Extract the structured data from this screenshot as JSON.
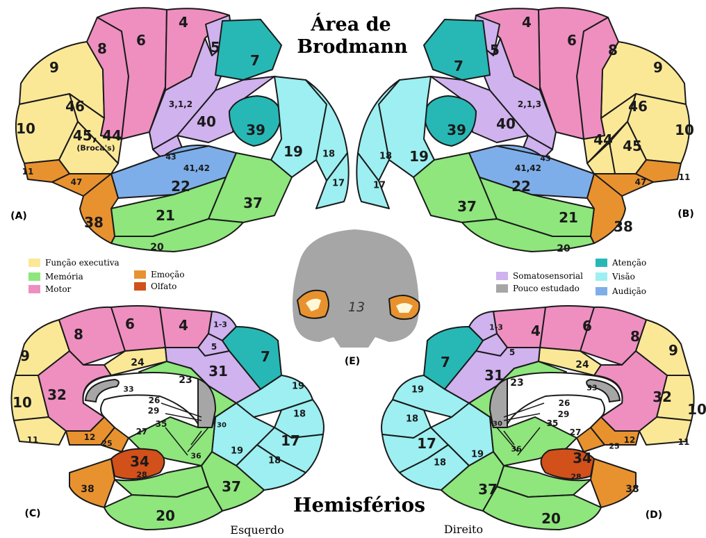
{
  "title": {
    "line1": "Área de",
    "line2": "Brodmann"
  },
  "hemispheres": {
    "title": "Hemisférios",
    "left": "Esquerdo",
    "right": "Direito"
  },
  "panels": {
    "a": "(A)",
    "b": "(B)",
    "c": "(C)",
    "d": "(D)",
    "e": "(E)"
  },
  "colors": {
    "executive": "#fbe897",
    "memory": "#8ee67c",
    "motor": "#ee8fc0",
    "emotion": "#e8922f",
    "smell": "#d2501a",
    "somatosensory": "#cfb2ee",
    "understudied": "#a6a6a6",
    "attention": "#27b8b6",
    "vision": "#9deff1",
    "hearing": "#7eaee9",
    "outline": "#1a1a1a"
  },
  "legend_left": [
    {
      "key": "executive",
      "label": "Função executiva"
    },
    {
      "key": "memory",
      "label": "Memória"
    },
    {
      "key": "motor",
      "label": "Motor"
    },
    {
      "key": "emotion",
      "label": "Emoção"
    },
    {
      "key": "smell",
      "label": "Olfato"
    }
  ],
  "legend_right": [
    {
      "key": "somatosensory",
      "label": "Somatosensorial"
    },
    {
      "key": "understudied",
      "label": "Pouco estudado"
    },
    {
      "key": "attention",
      "label": "Atenção"
    },
    {
      "key": "vision",
      "label": "Visão"
    },
    {
      "key": "hearing",
      "label": "Audição"
    }
  ],
  "areas": {
    "a": {
      "a4": "4",
      "a6": "6",
      "a8": "8",
      "a9": "9",
      "a10": "10",
      "a46": "46",
      "a4544": "45, 44",
      "broca": "(Broca's)",
      "a5": "5",
      "a7": "7",
      "a312": "3,1,2",
      "a40": "40",
      "a39": "39",
      "a43": "43",
      "a4142": "41,42",
      "a22": "22",
      "a19": "19",
      "a18": "18",
      "a17": "17",
      "a11": "11",
      "a47": "47",
      "a38": "38",
      "a21": "21",
      "a37": "37",
      "a20": "20"
    },
    "b": {
      "a4": "4",
      "a6": "6",
      "a8": "8",
      "a9": "9",
      "a10": "10",
      "a46": "46",
      "a44": "44",
      "a45": "45",
      "a5": "5",
      "a7": "7",
      "a213": "2,1,3",
      "a40": "40",
      "a39": "39",
      "a43": "43",
      "a4142": "41,42",
      "a22": "22",
      "a19": "19",
      "a18": "18",
      "a17": "17",
      "a11": "11",
      "a47": "47",
      "a38": "38",
      "a21": "21",
      "a37": "37",
      "a20": "20"
    },
    "c": {
      "a13": "1-3",
      "a4": "4",
      "a5": "5",
      "a6": "6",
      "a7": "7",
      "a8": "8",
      "a9": "9",
      "a10": "10",
      "a11": "11",
      "a12": "12",
      "a25": "25",
      "a24": "24",
      "a31": "31",
      "a32": "32",
      "a33": "33",
      "a23": "23",
      "a26": "26",
      "a29": "29",
      "a30": "30",
      "a35": "35",
      "a27": "27",
      "a36": "36",
      "a34": "34",
      "a28": "28",
      "a19a": "19",
      "a18a": "18",
      "a17": "17",
      "a19b": "19",
      "a18b": "18",
      "a37": "37",
      "a38": "38",
      "a20": "20"
    },
    "d": {
      "a13": "1-3",
      "a4": "4",
      "a5": "5",
      "a6": "6",
      "a7": "7",
      "a8": "8",
      "a9": "9",
      "a10": "10",
      "a11": "11",
      "a12": "12",
      "a25": "25",
      "a24": "24",
      "a31": "31",
      "a32": "32",
      "a33": "33",
      "a23": "23",
      "a26": "26",
      "a29": "29",
      "a30": "30",
      "a35": "35",
      "a27": "27",
      "a36": "36",
      "a34": "34",
      "a28": "28",
      "a19a": "19",
      "a18a": "18",
      "a17": "17",
      "a19b": "19",
      "a18b": "18",
      "a37": "37",
      "a38": "38",
      "a20": "20"
    },
    "e": {
      "a13": "13"
    }
  }
}
